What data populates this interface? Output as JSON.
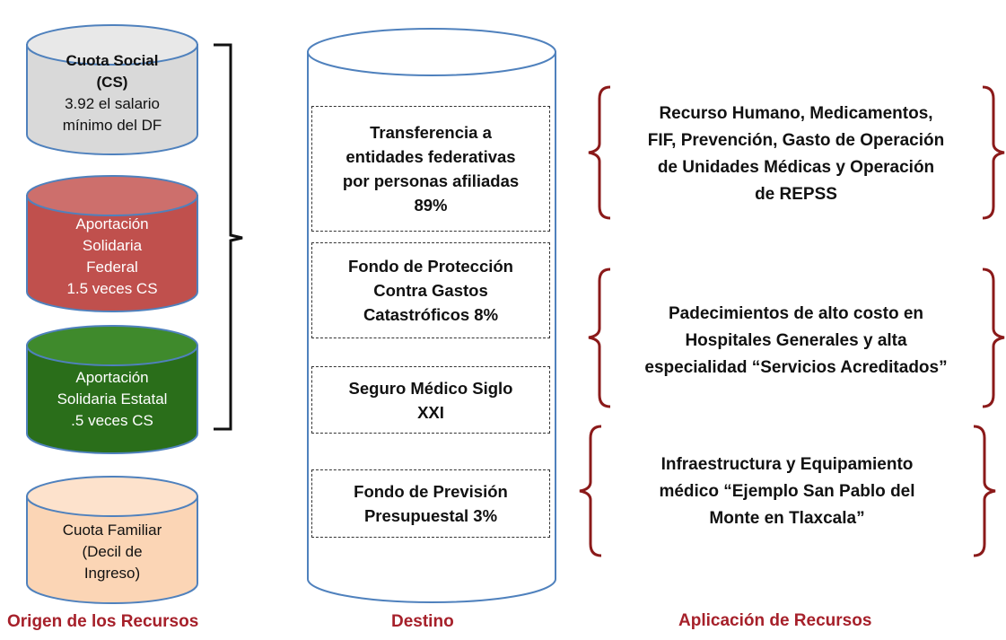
{
  "origin": {
    "cuota_social": {
      "title": [
        "Cuota Social",
        "(CS)"
      ],
      "body": [
        "3.92 el salario",
        "mínimo del DF"
      ]
    },
    "aportacion_federal": {
      "lines": [
        "Aportación",
        "Solidaria",
        "Federal",
        "1.5 veces CS"
      ]
    },
    "aportacion_estatal": {
      "lines": [
        "Aportación",
        "Solidaria Estatal",
        ".5 veces CS"
      ]
    },
    "cuota_familiar": {
      "lines": [
        "Cuota Familiar",
        "(Decil de",
        "Ingreso)"
      ]
    }
  },
  "destino": {
    "boxes": [
      {
        "lines": [
          "Transferencia a",
          "entidades federativas",
          "por personas afiliadas",
          "89%"
        ]
      },
      {
        "lines": [
          "Fondo de Protección",
          "Contra Gastos",
          "Catastróficos 8%"
        ]
      },
      {
        "lines": [
          "Seguro Médico Siglo",
          "XXI"
        ]
      },
      {
        "lines": [
          "Fondo de Previsión",
          "Presupuestal 3%"
        ]
      }
    ]
  },
  "aplicacion": {
    "items": [
      {
        "lines": [
          "Recurso Humano, Medicamentos,",
          "FIF, Prevención, Gasto de Operación",
          "de Unidades Médicas y Operación",
          "de REPSS"
        ]
      },
      {
        "lines": [
          "Padecimientos de alto costo en",
          "Hospitales Generales y alta",
          "especialidad “Servicios Acreditados”"
        ]
      },
      {
        "lines": [
          "Infraestructura y Equipamiento",
          "médico “Ejemplo San Pablo del",
          "Monte en Tlaxcala”"
        ]
      }
    ]
  },
  "footer": {
    "origen": "Origen de los Recursos",
    "destino": "Destino",
    "aplicacion": "Aplicación de Recursos"
  },
  "colors": {
    "cuota_social": "#d9d9d9",
    "aportacion_federal": "#c0504d",
    "aportacion_estatal": "#2a6e1a",
    "cuota_familiar": "#fbd5b5",
    "destino_cylinder": "#ffffff",
    "cylinder_outline": "#4f81bd",
    "bracket_dark": "#111111",
    "bracket_red": "#8b1a1a",
    "footer_text": "#a6202a"
  }
}
